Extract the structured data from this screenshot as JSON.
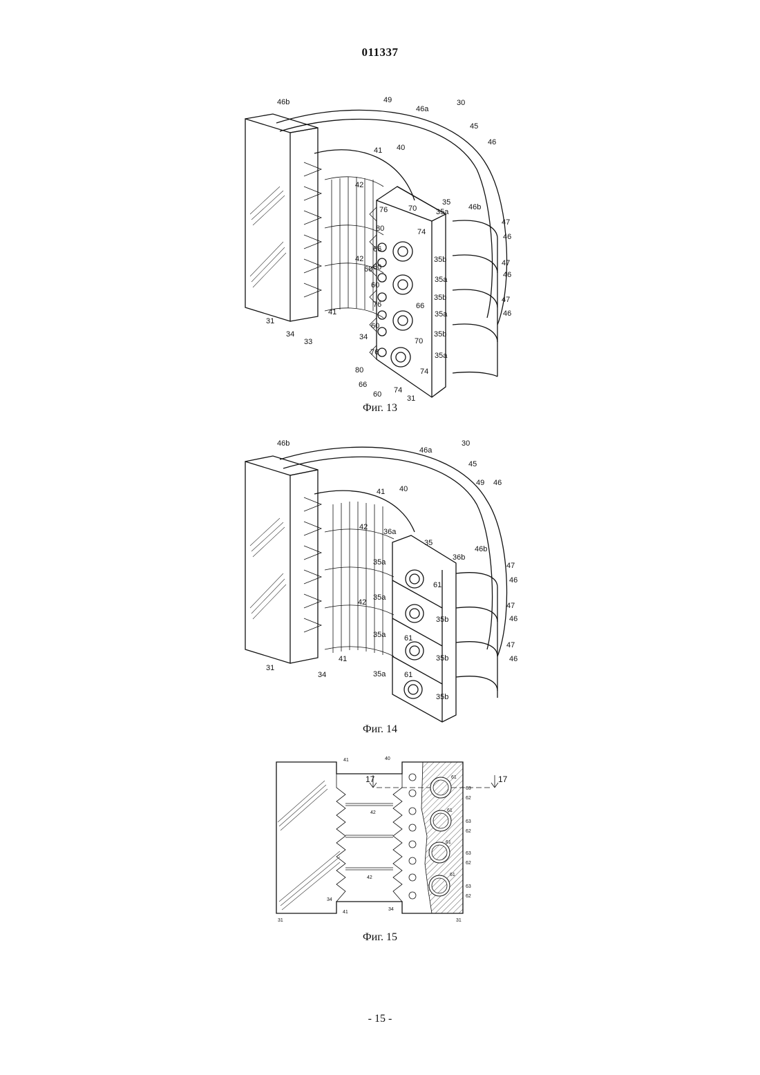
{
  "header": {
    "doc_number": "011337"
  },
  "footer": {
    "page_number": "- 15 -"
  },
  "figures": [
    {
      "caption": "Фиг. 13",
      "labels": {
        "l30": "30",
        "l31": "31",
        "l31b": "31",
        "l33": "33",
        "l34": "34",
        "l34b": "34",
        "l35": "35",
        "l35a": "35a",
        "l35a2": "35a",
        "l35a3": "35a",
        "l35a4": "35a",
        "l35b": "35b",
        "l35b2": "35b",
        "l35b3": "35b",
        "l40": "40",
        "l41": "41",
        "l41b": "41",
        "l42": "42",
        "l42b": "42",
        "l45": "45",
        "l46": "46",
        "l46a": "46a",
        "l46b": "46b",
        "l46b2": "46b",
        "l46_2": "46",
        "l46_3": "46",
        "l46_4": "46",
        "l47": "47",
        "l47_2": "47",
        "l47_3": "47",
        "l49": "49",
        "l60": "60",
        "l60b": "60",
        "l60c": "60",
        "l60d": "60",
        "l60e": "60",
        "l66": "66",
        "l66b": "66",
        "l66c": "66",
        "l70": "70",
        "l70b": "70",
        "l74": "74",
        "l74b": "74",
        "l74c": "74",
        "l76": "76",
        "l76b": "76",
        "l76c": "76",
        "l80": "80",
        "l80b": "80"
      }
    },
    {
      "caption": "Фиг. 14",
      "labels": {
        "l30": "30",
        "l31": "31",
        "l34": "34",
        "l35": "35",
        "l35a": "35a",
        "l35a2": "35a",
        "l35a3": "35a",
        "l35a4": "35a",
        "l35b": "35b",
        "l35b2": "35b",
        "l35b3": "35b",
        "l36a": "36a",
        "l36b": "36b",
        "l40": "40",
        "l41": "41",
        "l41b": "41",
        "l42": "42",
        "l42b": "42",
        "l45": "45",
        "l46": "46",
        "l46a": "46a",
        "l46b": "46b",
        "l46b2": "46b",
        "l46_2": "46",
        "l46_3": "46",
        "l46_4": "46",
        "l47": "47",
        "l47_2": "47",
        "l47_3": "47",
        "l49": "49",
        "l61": "61",
        "l61b": "61",
        "l61c": "61"
      }
    },
    {
      "caption": "Фиг. 15",
      "labels": {
        "l17": "17",
        "l17b": "17",
        "l31": "31",
        "l31b": "31",
        "l34": "34",
        "l34b": "34",
        "l40": "40",
        "l41": "41",
        "l41b": "41",
        "l42": "42",
        "l42b": "42",
        "l61a": "61",
        "l61b": "61",
        "l61c": "61",
        "l61d": "61",
        "l62a": "62",
        "l62b": "62",
        "l62c": "62",
        "l62d": "62",
        "l63a": "63",
        "l63b": "63",
        "l63c": "63",
        "l63d": "63"
      }
    }
  ]
}
